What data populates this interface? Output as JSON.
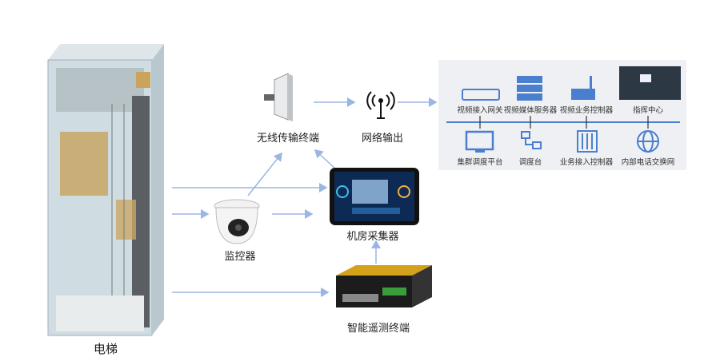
{
  "elevator": {
    "label": "电梯"
  },
  "wireless": {
    "label": "无线传输终端"
  },
  "network": {
    "label": "网络输出"
  },
  "camera": {
    "label": "监控器"
  },
  "collector": {
    "label": "机房采集器"
  },
  "telemetry": {
    "label": "智能遥测终端"
  },
  "platform": {
    "top": [
      {
        "label": "视频接入网关"
      },
      {
        "label": "视频媒体服务器"
      },
      {
        "label": "视频业务控制器"
      },
      {
        "label": "指挥中心"
      }
    ],
    "bottom": [
      {
        "label": "集群调度平台"
      },
      {
        "label": "调度台"
      },
      {
        "label": "业务接入控制器"
      },
      {
        "label": "内部电话交换网"
      }
    ]
  },
  "colors": {
    "arrow": "#9ab6e3",
    "icon": "#4a7fd0",
    "panel": "#eef0f3"
  }
}
